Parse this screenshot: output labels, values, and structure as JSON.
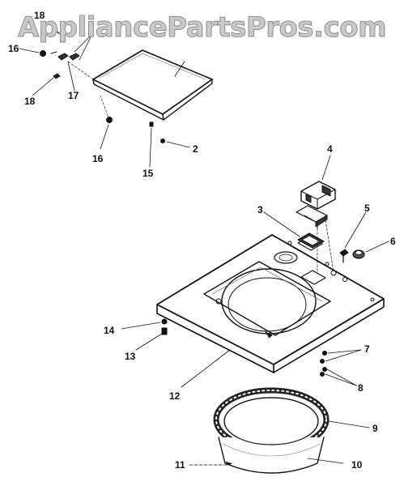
{
  "watermark": "AppliancePartsPros.com",
  "callouts": {
    "c2": "2",
    "c3": "3",
    "c4": "4",
    "c5": "5",
    "c6": "6",
    "c7": "7",
    "c8": "8",
    "c9": "9",
    "c10": "10",
    "c11": "11",
    "c12": "12",
    "c13": "13",
    "c14": "14",
    "c15": "15",
    "c16a": "16",
    "c16b": "16",
    "c17": "17",
    "c18a": "18",
    "c18b": "18"
  }
}
